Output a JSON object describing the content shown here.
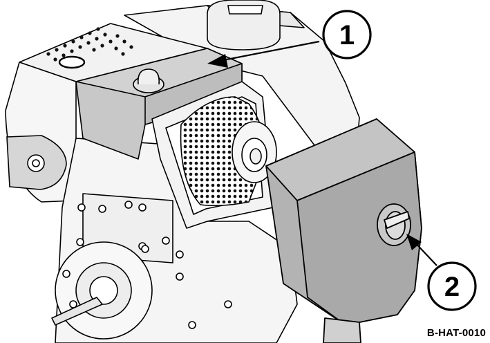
{
  "callouts": [
    {
      "number": "1"
    },
    {
      "number": "2"
    }
  ],
  "figure_ref": "B-HAT-0010",
  "colors": {
    "line": "#000000",
    "body_light": "#f4f4f4",
    "housing_grey": "#c8c8c8",
    "cover_grey": "#b3b3b3",
    "filter_dark": "#1a1a1a"
  }
}
